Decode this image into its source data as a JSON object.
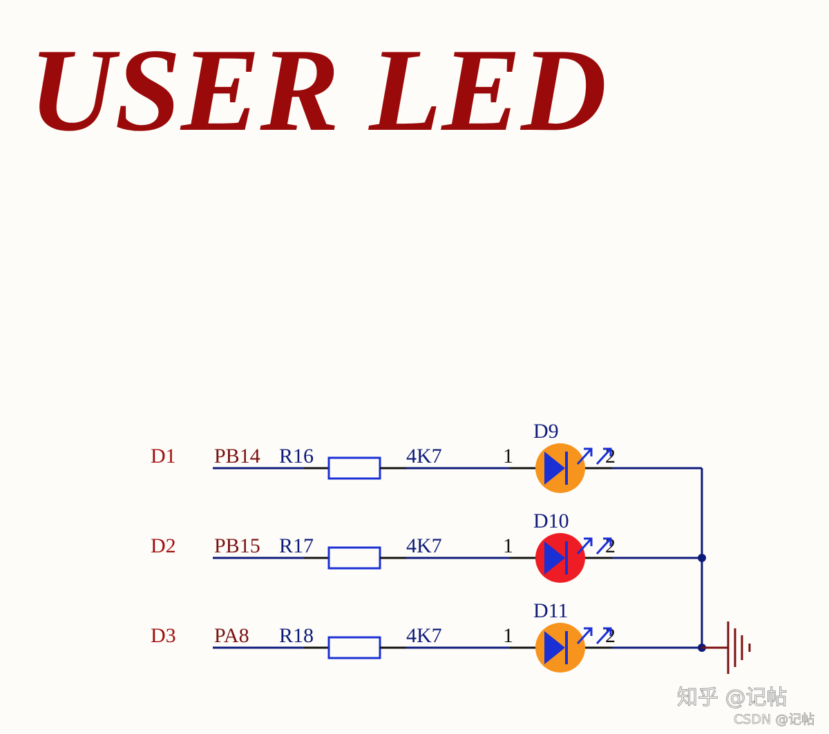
{
  "title": "USER LED",
  "channels": [
    {
      "net": "D1",
      "pin": "PB14",
      "resistor": "R16",
      "value": "4K7",
      "led": "D9",
      "pin1": "1",
      "pin2": "2",
      "led_color": "#f7941d"
    },
    {
      "net": "D2",
      "pin": "PB15",
      "resistor": "R17",
      "value": "4K7",
      "led": "D10",
      "pin1": "1",
      "pin2": "2",
      "led_color": "#ee1c24"
    },
    {
      "net": "D3",
      "pin": "PA8",
      "resistor": "R18",
      "value": "4K7",
      "led": "D11",
      "pin1": "1",
      "pin2": "2",
      "led_color": "#f7941d"
    }
  ],
  "colors": {
    "wire": "#0d1a7a",
    "component": "#1a2fd4",
    "ground": "#7a1010",
    "title": "#9b0a0a"
  },
  "watermark": {
    "zhihu": "知乎 @记帖",
    "csdn": "CSDN @记帖"
  }
}
